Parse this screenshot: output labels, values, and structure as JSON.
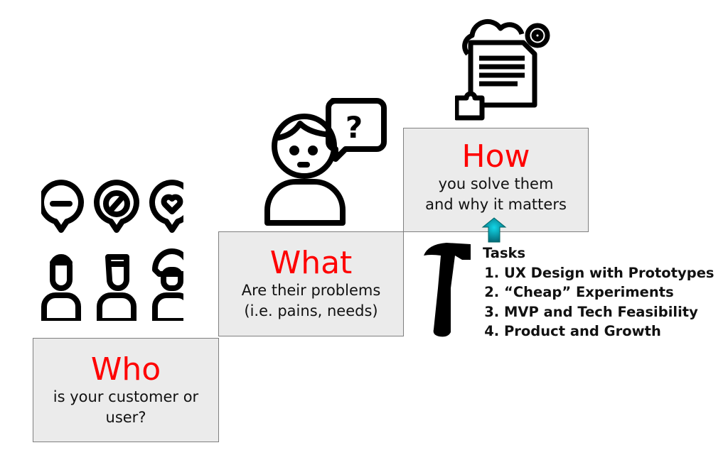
{
  "who": {
    "title": "Who",
    "subtitle": "is your customer or user?"
  },
  "what": {
    "title": "What",
    "subtitle_line1": "Are their problems",
    "subtitle_line2": "(i.e. pains, needs)"
  },
  "how": {
    "title": "How",
    "subtitle_line1": "you solve them",
    "subtitle_line2": "and why it matters"
  },
  "tasks": {
    "heading": "Tasks",
    "items": [
      "UX Design with Prototypes",
      "“Cheap” Experiments",
      "MVP and Tech Feasibility",
      "Product and Growth"
    ]
  },
  "colors": {
    "title_red": "#fe0000",
    "box_fill": "#ebebeb",
    "arrow_teal": "#0aa7b8"
  }
}
